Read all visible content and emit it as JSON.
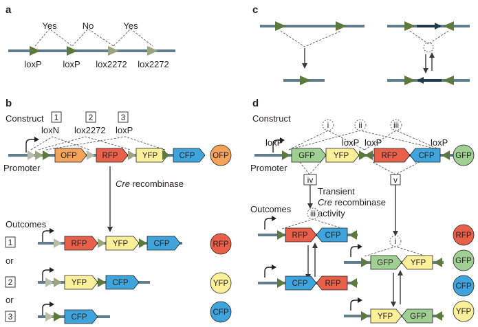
{
  "panels": {
    "a": {
      "letter": "a",
      "yes1": "Yes",
      "no": "No",
      "yes2": "Yes",
      "sites": [
        "loxP",
        "loxP",
        "lox2272",
        "lox2272"
      ]
    },
    "b": {
      "letter": "b",
      "construct": "Construct",
      "nums": [
        "1",
        "2",
        "3"
      ],
      "sites": [
        "loxN",
        "lox2272",
        "loxP"
      ],
      "promoter": "Promoter",
      "genes": [
        "OFP",
        "RFP",
        "YFP",
        "CFP"
      ],
      "expressed": "OFP",
      "recombinase": "Cre recombinase",
      "outcomes": "Outcomes",
      "or1": "or",
      "or2": "or",
      "outcome_nums": [
        "1",
        "2",
        "3"
      ],
      "outcome_results": [
        "RFP",
        "YFP",
        "CFP"
      ],
      "outcome_genes": [
        [
          "RFP",
          "YFP",
          "CFP"
        ],
        [
          "YFP",
          "CFP"
        ],
        [
          "CFP"
        ]
      ]
    },
    "c": {
      "letter": "c"
    },
    "d": {
      "letter": "d",
      "construct": "Construct",
      "roman": [
        "i",
        "ii",
        "iii"
      ],
      "loxp": [
        "loxP",
        "loxP",
        "loxP",
        "loxP"
      ],
      "promoter": "Promoter",
      "genes": [
        "GFP",
        "YFP",
        "RFP",
        "CFP"
      ],
      "expressed": "GFP",
      "boxes": [
        "iv",
        "v"
      ],
      "transient": [
        "Transient",
        "Cre recombinase",
        "activity"
      ],
      "outcomes": "Outcomes",
      "left_roman": "iii",
      "right_roman": "i",
      "left_genes_top": [
        "RFP",
        "CFP"
      ],
      "left_genes_bottom": [
        "CFP",
        "RFP"
      ],
      "right_genes_top": [
        "GFP",
        "YFP"
      ],
      "right_genes_bottom": [
        "YFP",
        "GFP"
      ],
      "results": [
        "RFP",
        "GFP",
        "CFP",
        "YFP"
      ]
    }
  },
  "colors": {
    "line": "#5f7d8c",
    "triangle_dark": "#5d7a3e",
    "triangle_light": "#9aa57f",
    "OFP": "#f3a35a",
    "RFP": "#e8604a",
    "YFP": "#fbf09a",
    "CFP": "#3fa3dc",
    "GFP": "#9fcf93"
  }
}
